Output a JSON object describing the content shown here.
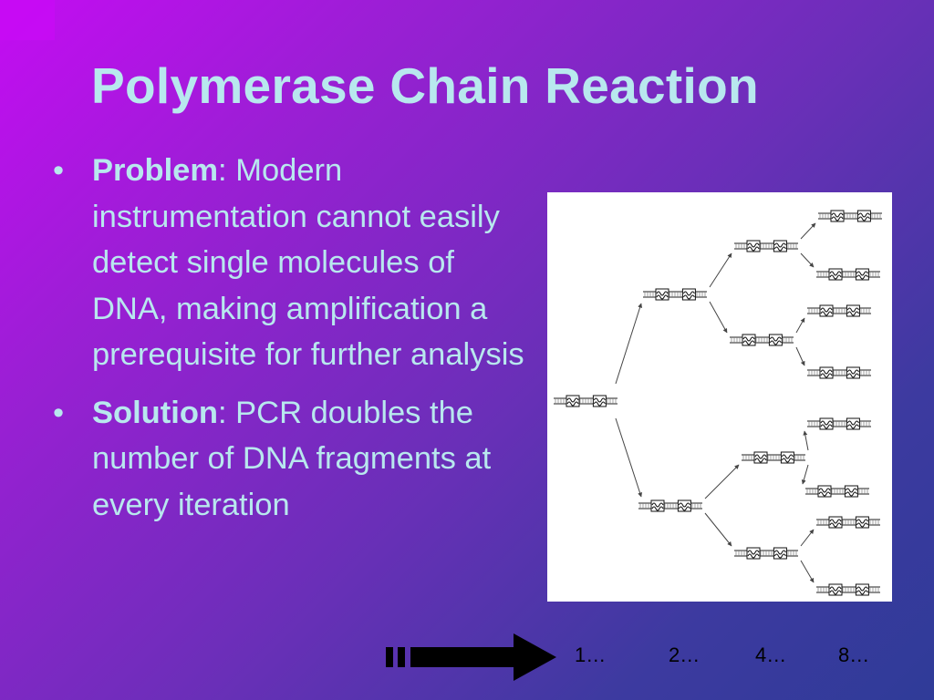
{
  "slide": {
    "title": "Polymerase Chain Reaction",
    "bullets": [
      {
        "lead": "Problem",
        "text": ": Modern instrumentation cannot easily detect single molecules of DNA, making amplification a prerequisite for further analysis"
      },
      {
        "lead": "Solution",
        "text": ": PCR doubles the number of DNA fragments at every iteration"
      }
    ],
    "bullet_symbol": "•",
    "iteration_counts": [
      "1…",
      "2…",
      "4…",
      "8…"
    ]
  },
  "colors": {
    "background_start": "#c40cf2",
    "background_end": "#2f3b98",
    "text": "#b8e8ee",
    "arrow": "#000000"
  }
}
